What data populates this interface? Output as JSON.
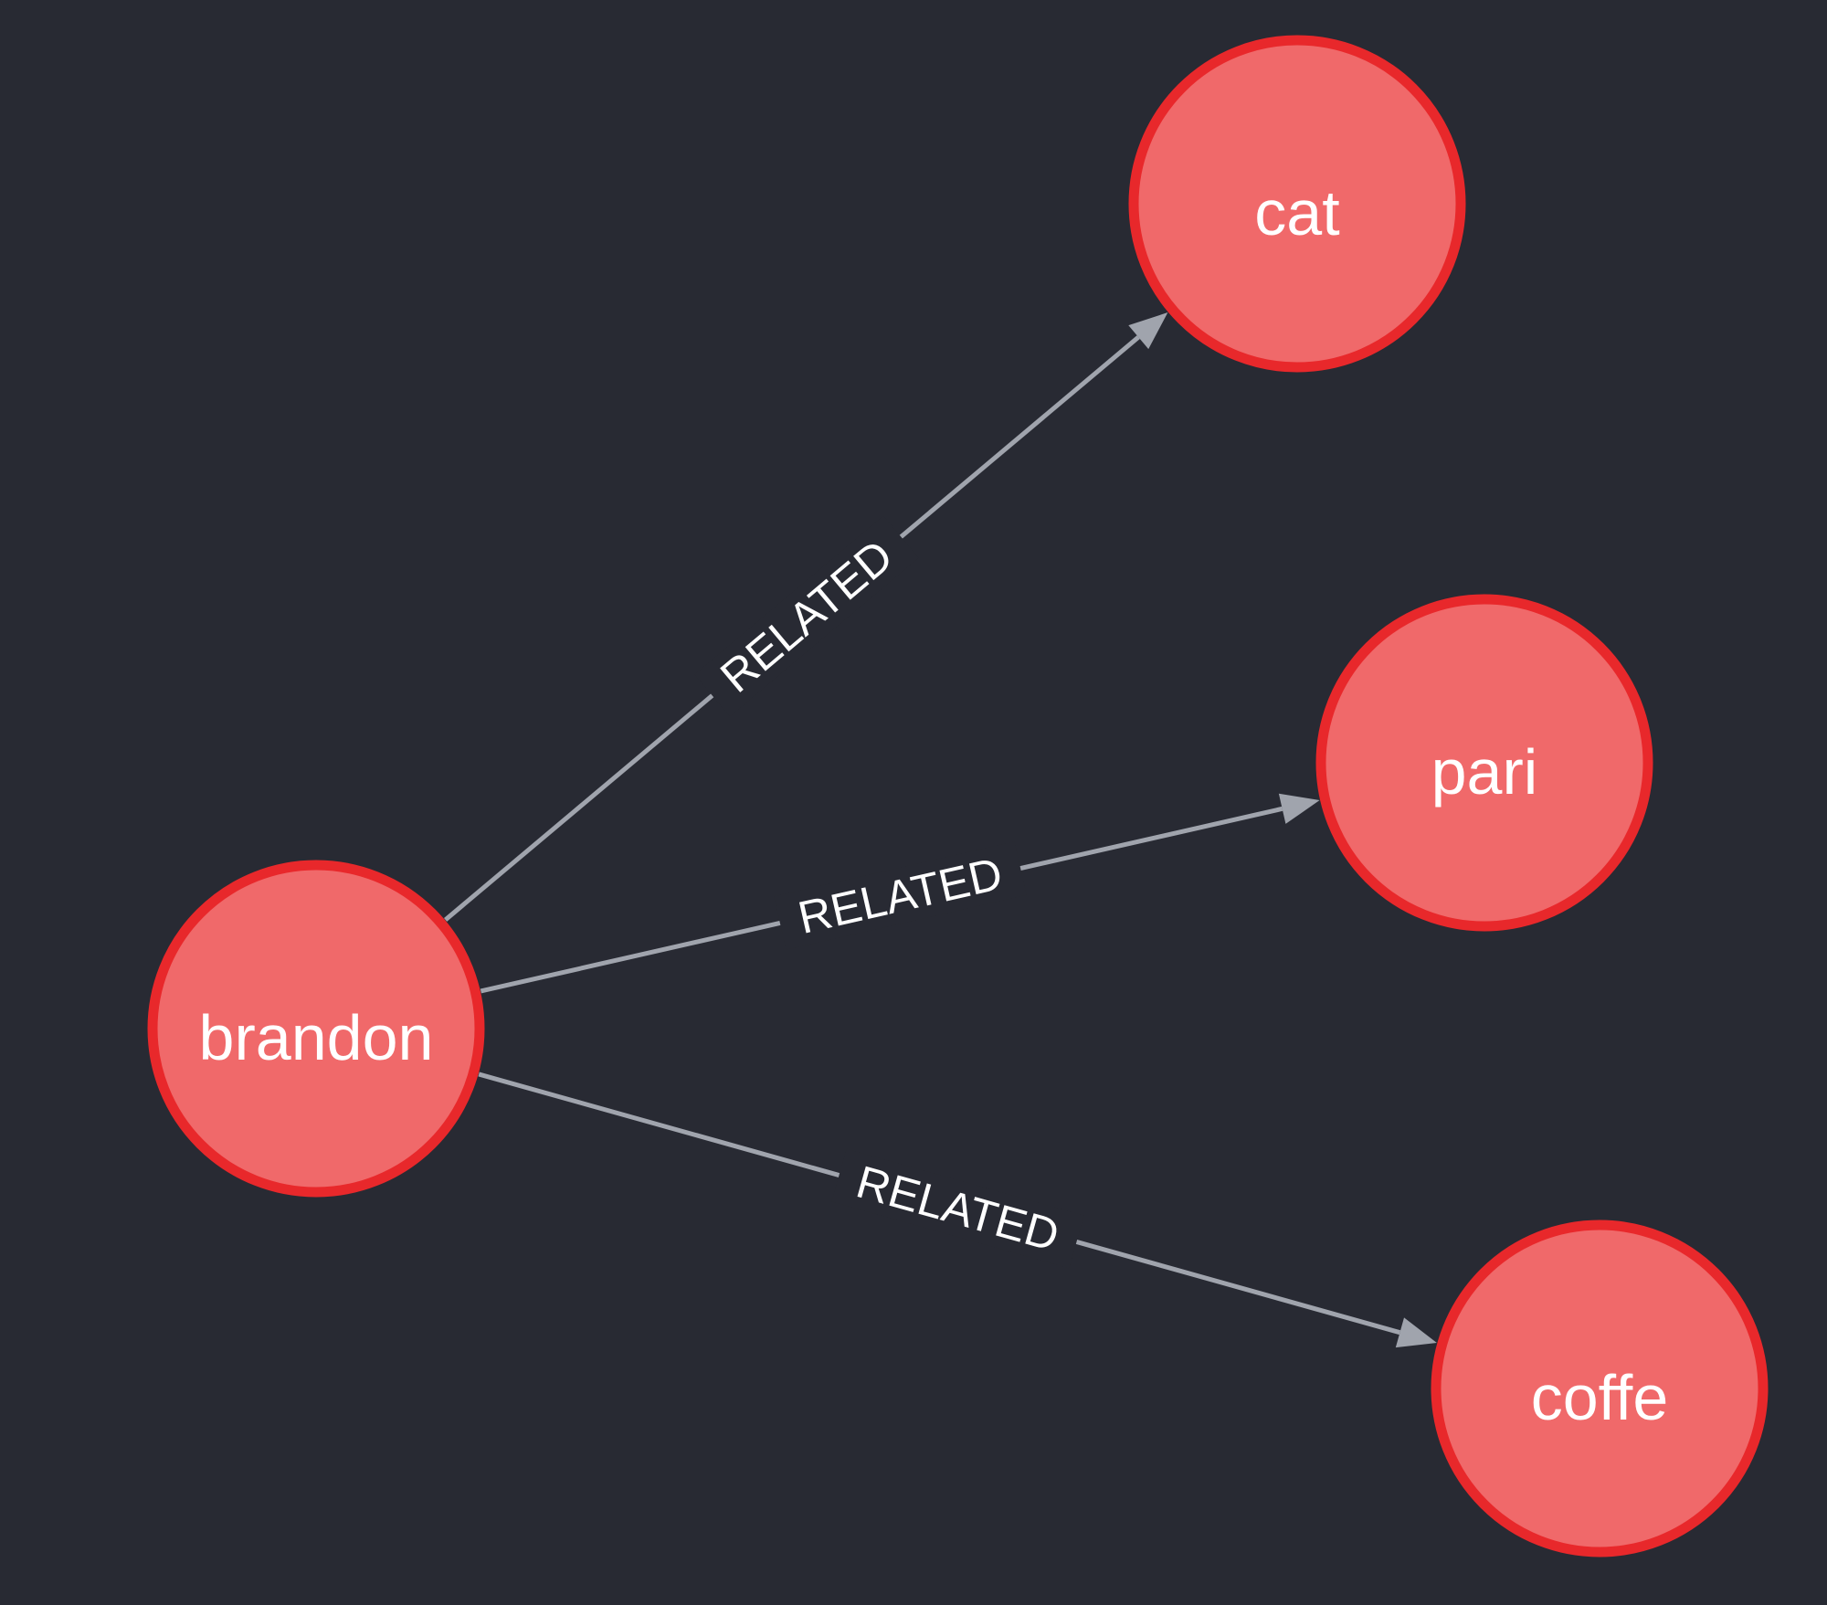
{
  "graph": {
    "nodes": [
      {
        "id": "brandon",
        "label": "brandon"
      },
      {
        "id": "cat",
        "label": "cat"
      },
      {
        "id": "pari",
        "label": "pari"
      },
      {
        "id": "coffe",
        "label": "coffe"
      }
    ],
    "edges": [
      {
        "source": "brandon",
        "target": "cat",
        "label": "RELATED"
      },
      {
        "source": "brandon",
        "target": "pari",
        "label": "RELATED"
      },
      {
        "source": "brandon",
        "target": "coffe",
        "label": "RELATED"
      }
    ]
  },
  "colors": {
    "background": "#282a33",
    "node_fill": "#f0696a",
    "node_stroke": "#e8282b",
    "edge": "#a0a4ad"
  }
}
